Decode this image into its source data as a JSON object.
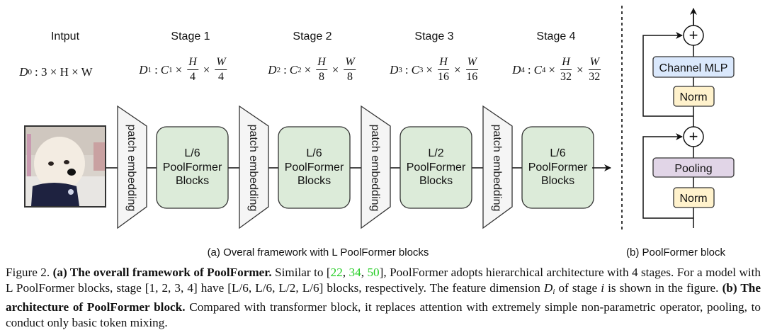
{
  "figure": {
    "input": {
      "title": "Intput",
      "dim": {
        "D": "D",
        "sub": "0",
        "expr": ": 3 × H × W"
      },
      "image": "bichon-frise-dog-photo"
    },
    "stages": [
      {
        "title": "Stage 1",
        "dsub": "1",
        "csub": "1",
        "h_den": "4",
        "w_den": "4",
        "blocks": "L/6",
        "block_name": "PoolFormer",
        "block_suffix": "Blocks",
        "embed_label": "patch embedding"
      },
      {
        "title": "Stage 2",
        "dsub": "2",
        "csub": "2",
        "h_den": "8",
        "w_den": "8",
        "blocks": "L/6",
        "block_name": "PoolFormer",
        "block_suffix": "Blocks",
        "embed_label": "patch embedding"
      },
      {
        "title": "Stage 3",
        "dsub": "3",
        "csub": "3",
        "h_den": "16",
        "w_den": "16",
        "blocks": "L/2",
        "block_name": "PoolFormer",
        "block_suffix": "Blocks",
        "embed_label": "patch embedding"
      },
      {
        "title": "Stage 4",
        "dsub": "4",
        "csub": "4",
        "h_den": "32",
        "w_den": "32",
        "blocks": "L/6",
        "block_name": "PoolFormer",
        "block_suffix": "Blocks",
        "embed_label": "patch embedding"
      }
    ],
    "dim_symbols": {
      "D": "D",
      "C": "C",
      "H": "H",
      "W": "W",
      "times": "×",
      "colon": ":"
    },
    "block": {
      "channel_mlp": "Channel MLP",
      "norm_top": "Norm",
      "pooling": "Pooling",
      "norm_bottom": "Norm",
      "add_symbol": "+"
    },
    "sub_captions": {
      "a": "(a) Overal framework with L PoolFormer blocks",
      "b": "(b) PoolFormer block"
    },
    "colors": {
      "stage_fill": "#dcebd9",
      "embed_fill": "#f5f5f5",
      "mlp_fill": "#dae8fc",
      "norm_fill": "#fff2cc",
      "pool_fill": "#e1d5e7",
      "ref_color": "#22cc22",
      "stroke": "#333333"
    }
  },
  "caption": {
    "label": "Figure 2.",
    "a_bold": "(a) The overall framework of PoolFormer.",
    "a_text1": " Similar to [",
    "refs": [
      "22",
      "34",
      "50"
    ],
    "a_text2": "], PoolFormer adopts hierarchical architecture with 4 stages. For a model with L PoolFormer blocks, stage [1, 2, 3, 4] have [L/6, L/6, L/2, L/6] blocks, respectively. The feature dimension ",
    "Di": "D",
    "Di_sub": "i",
    "a_text3": " of stage ",
    "i_var": "i",
    "a_text4": " is shown in the figure. ",
    "b_bold": "(b) The architecture of PoolFormer block.",
    "b_text": " Compared with transformer block, it replaces attention with extremely simple non-parametric operator, pooling, to conduct only basic token mixing."
  }
}
